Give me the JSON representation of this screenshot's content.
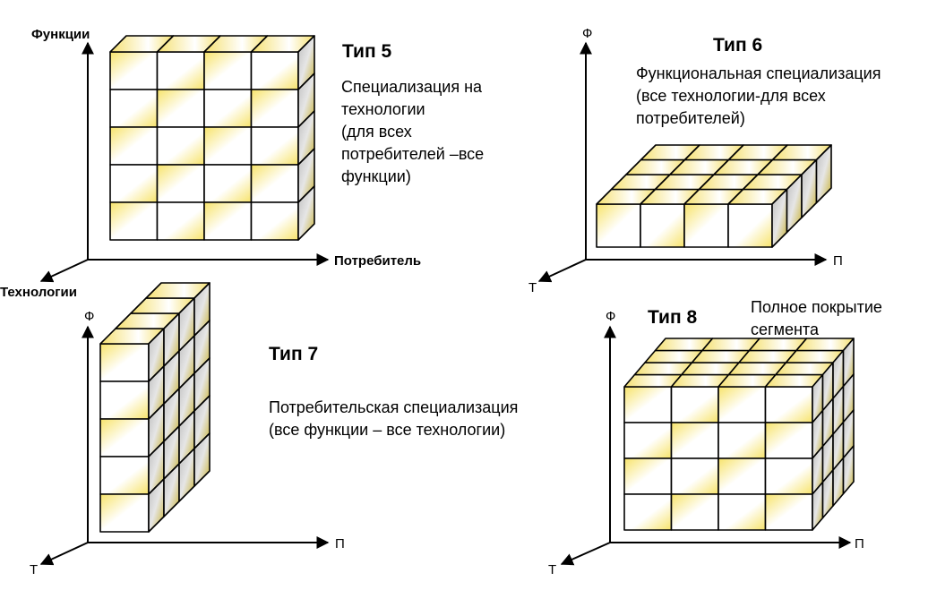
{
  "colors": {
    "cell_highlight": "#f7e36a",
    "cell_dark": "#c9b230",
    "cell_light": "#ffffff",
    "side_gray": "#b8b8b8",
    "line": "#000000"
  },
  "panels": [
    {
      "id": "type5",
      "title": "Тип 5",
      "description": [
        "Специализация на",
        "технологии",
        "(для всех",
        "потребителей –все",
        "функции)"
      ],
      "axes": {
        "y": "Функции",
        "x": "Потребитель",
        "z": "Технологии"
      },
      "cube": {
        "cols": 4,
        "rows": 5,
        "depth": 1
      }
    },
    {
      "id": "type6",
      "title": "Тип 6",
      "description": [
        "Функциональная специализация",
        "(все технологии-для всех",
        "потребителей)"
      ],
      "axes": {
        "y": "Ф",
        "x": "П",
        "z": "Т"
      },
      "cube": {
        "cols": 4,
        "rows": 1,
        "depth": 4
      }
    },
    {
      "id": "type7",
      "title": "Тип 7",
      "description": [
        "Потребительская специализация",
        "(все функции – все технологии)"
      ],
      "axes": {
        "y": "Ф",
        "x": "П",
        "z": "Т"
      },
      "cube": {
        "cols": 1,
        "rows": 5,
        "depth": 4
      }
    },
    {
      "id": "type8",
      "title": "Тип 8",
      "description": [
        "Полное покрытие",
        "сегмента"
      ],
      "axes": {
        "y": "Ф",
        "x": "П",
        "z": "Т"
      },
      "cube": {
        "cols": 4,
        "rows": 4,
        "depth": 4
      }
    }
  ]
}
